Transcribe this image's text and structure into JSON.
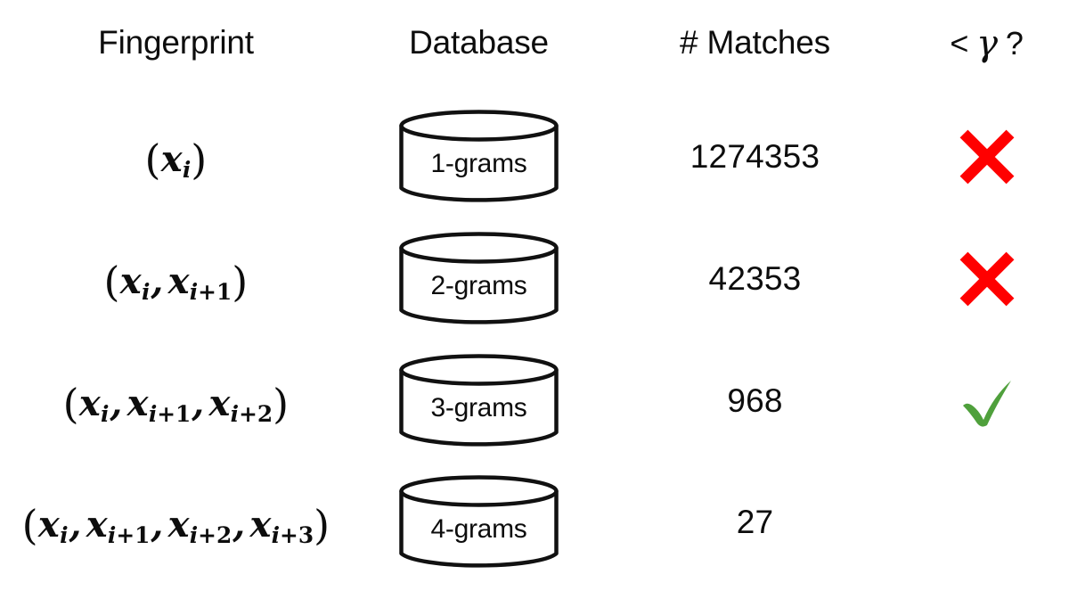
{
  "figure": {
    "title": "N-gram fingerprint database match table",
    "background_color": "#ffffff",
    "text_color": "#0d0d0d"
  },
  "colors": {
    "cross": "#FF0000",
    "check": "#4FA03C",
    "stroke": "#111111",
    "cylinder_fill": "#ffffff"
  },
  "header": {
    "fingerprint": "Fingerprint",
    "database": "Database",
    "matches": "# Matches",
    "status_lt": "<",
    "status_gamma": "γ",
    "status_qm": "?"
  },
  "rows": [
    {
      "fingerprint": "(xᵢ)",
      "fingerprint_parts": {
        "open": "(",
        "vars": [
          {
            "base": "x",
            "sub_index": "i",
            "sub_op": "",
            "sub_num": ""
          }
        ],
        "close": ")"
      },
      "database": "1-grams",
      "matches": "1274353",
      "status": "cross",
      "status_label": "not below gamma"
    },
    {
      "fingerprint": "(xᵢ, xᵢ₊₁)",
      "fingerprint_parts": {
        "open": "(",
        "vars": [
          {
            "base": "x",
            "sub_index": "i",
            "sub_op": "",
            "sub_num": ""
          },
          {
            "base": "x",
            "sub_index": "i",
            "sub_op": "+",
            "sub_num": "1"
          }
        ],
        "close": ")"
      },
      "database": "2-grams",
      "matches": "42353",
      "status": "cross",
      "status_label": "not below gamma"
    },
    {
      "fingerprint": "(xᵢ, xᵢ₊₁, xᵢ₊₂)",
      "fingerprint_parts": {
        "open": "(",
        "vars": [
          {
            "base": "x",
            "sub_index": "i",
            "sub_op": "",
            "sub_num": ""
          },
          {
            "base": "x",
            "sub_index": "i",
            "sub_op": "+",
            "sub_num": "1"
          },
          {
            "base": "x",
            "sub_index": "i",
            "sub_op": "+",
            "sub_num": "2"
          }
        ],
        "close": ")"
      },
      "database": "3-grams",
      "matches": "968",
      "status": "check",
      "status_label": "below gamma"
    },
    {
      "fingerprint": "(xᵢ, xᵢ₊₁, xᵢ₊₂, xᵢ₊₃)",
      "fingerprint_parts": {
        "open": "(",
        "vars": [
          {
            "base": "x",
            "sub_index": "i",
            "sub_op": "",
            "sub_num": ""
          },
          {
            "base": "x",
            "sub_index": "i",
            "sub_op": "+",
            "sub_num": "1"
          },
          {
            "base": "x",
            "sub_index": "i",
            "sub_op": "+",
            "sub_num": "2"
          },
          {
            "base": "x",
            "sub_index": "i",
            "sub_op": "+",
            "sub_num": "3"
          }
        ],
        "close": ")"
      },
      "database": "4-grams",
      "matches": "27",
      "status": "none",
      "status_label": ""
    }
  ],
  "symbols": {
    "comma": ",",
    "plus": "+",
    "cross_icon": "cross-mark-icon",
    "check_icon": "check-mark-icon",
    "database_icon": "database-cylinder-icon"
  }
}
